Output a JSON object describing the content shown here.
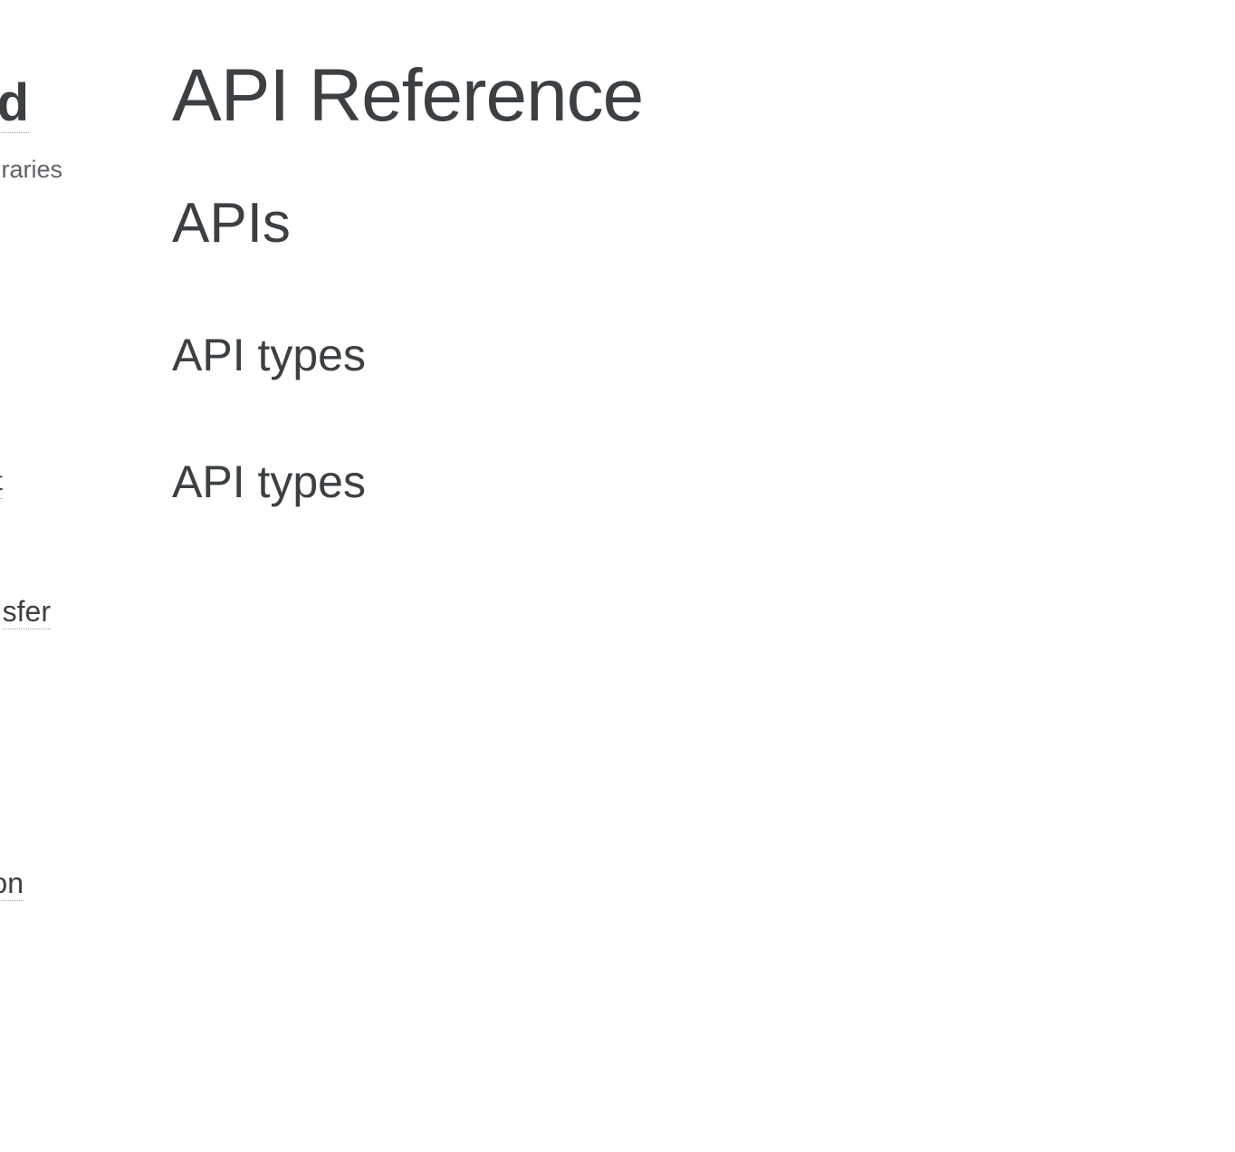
{
  "sidebar": {
    "items": [
      {
        "label": "d"
      },
      {
        "label": "raries"
      },
      {
        "label": "t"
      },
      {
        "label": "sfer"
      },
      {
        "label": "on"
      }
    ]
  },
  "main": {
    "title": "API Reference",
    "section_heading": "APIs",
    "subsections": [
      {
        "label": "API types"
      },
      {
        "label": "API types"
      }
    ]
  }
}
